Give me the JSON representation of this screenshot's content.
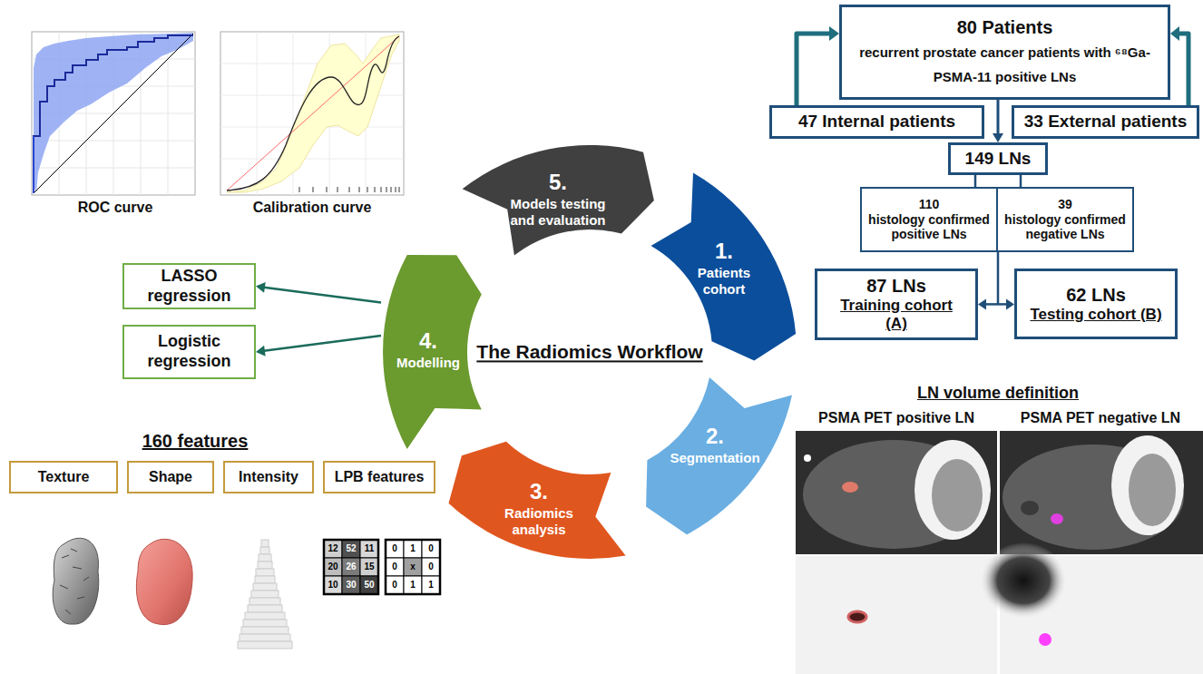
{
  "diagram": {
    "title": "The Radiomics Workflow",
    "nodes": [
      {
        "text": [
          "80 Patients",
          "recurrent prostate cancer patients with ⁶⁸Ga-PSMA-11 positive LNs"
        ]
      },
      {
        "text": [
          "47 Internal patients"
        ]
      },
      {
        "text": [
          "33 External patients"
        ]
      },
      {
        "text": [
          "149 LNs"
        ]
      },
      {
        "text": [
          "110",
          "histology confirmed positive LNs"
        ]
      },
      {
        "text": [
          "39",
          "histology confirmed negative LNs"
        ]
      },
      {
        "text": [
          "87 LNs",
          "Training cohort (A)"
        ]
      },
      {
        "text": [
          "62 LNs",
          "Testing cohort (B)"
        ]
      },
      {
        "text": [
          "1.",
          "Patients cohort"
        ]
      },
      {
        "text": [
          "2.",
          "Segmentation"
        ]
      },
      {
        "text": [
          "3.",
          "Radiomics analysis"
        ]
      },
      {
        "text": [
          "4.",
          "Modelling"
        ]
      },
      {
        "text": [
          "5.",
          "Models testing and evaluation"
        ]
      },
      {
        "text": [
          "LASSO regression"
        ]
      },
      {
        "text": [
          "Logistic regression"
        ]
      },
      {
        "text": [
          "Texture"
        ]
      },
      {
        "text": [
          "Shape"
        ]
      },
      {
        "text": [
          "Intensity"
        ]
      },
      {
        "text": [
          "LPB features"
        ]
      }
    ],
    "edges": [
      {
        "from": 1,
        "to": 0,
        "arrow": "to"
      },
      {
        "from": 2,
        "to": 0,
        "arrow": "to"
      },
      {
        "from": 0,
        "to": 3,
        "arrow": "to"
      },
      {
        "from": 3,
        "to": 4,
        "arrow": "none"
      },
      {
        "from": 3,
        "to": 5,
        "arrow": "none"
      },
      {
        "from": 6,
        "to": 7,
        "arrow": "both"
      },
      {
        "from": 11,
        "to": 13,
        "arrow": "to"
      },
      {
        "from": 11,
        "to": 14,
        "arrow": "to"
      }
    ],
    "labels": [
      "ROC curve",
      "Calibration curve",
      "160 features",
      "LN volume definition",
      "PSMA PET positive LN",
      "PSMA PET negative LN",
      "12",
      "52",
      "11",
      "20",
      "26",
      "15",
      "10",
      "30",
      "50",
      "0",
      "1",
      "0",
      "0",
      "x",
      "0",
      "0",
      "1",
      "1"
    ]
  }
}
